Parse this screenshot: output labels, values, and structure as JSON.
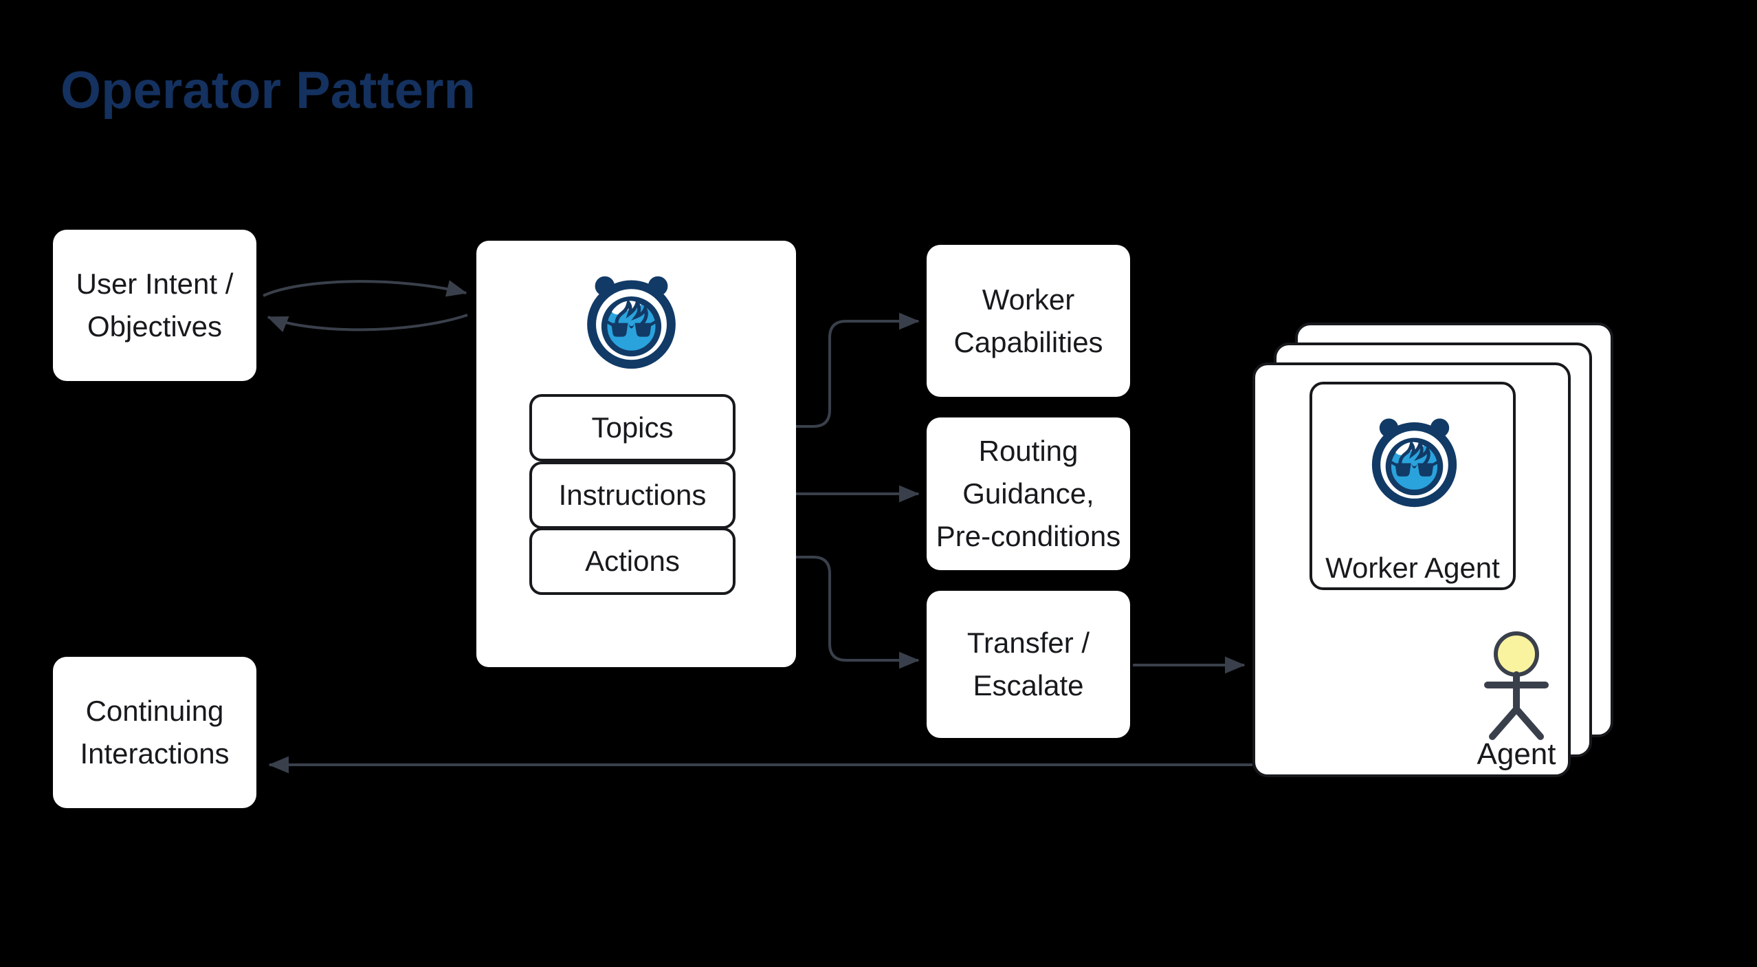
{
  "title": "Operator Pattern",
  "nodes": {
    "user_intent": {
      "line1": "User Intent /",
      "line2": "Objectives"
    },
    "operator_components": {
      "topics": "Topics",
      "instructions": "Instructions",
      "actions": "Actions"
    },
    "worker_capabilities": {
      "line1": "Worker",
      "line2": "Capabilities"
    },
    "routing_guidance": {
      "line1": "Routing",
      "line2": "Guidance,",
      "line3": "Pre-conditions"
    },
    "transfer_escalate": {
      "line1": "Transfer /",
      "line2": "Escalate"
    },
    "worker_agent_card": {
      "label": "Worker Agent"
    },
    "agent_figure": {
      "label": "Agent"
    },
    "continuing_interactions": {
      "line1": "Continuing",
      "line2": "Interactions"
    }
  },
  "icons": {
    "operator_mascot": "bot-mascot-icon",
    "worker_mascot": "bot-mascot-icon",
    "agent_figure": "stick-figure-icon"
  },
  "colors": {
    "background": "#000000",
    "title": "#14315f",
    "box_fill": "#ffffff",
    "box_text": "#17191c",
    "box_border": "#17191c",
    "arrow": "#3a404b",
    "mascot_navy": "#123a66",
    "mascot_blue": "#2aa3dd",
    "agent_head_fill": "#f9f3a0"
  }
}
